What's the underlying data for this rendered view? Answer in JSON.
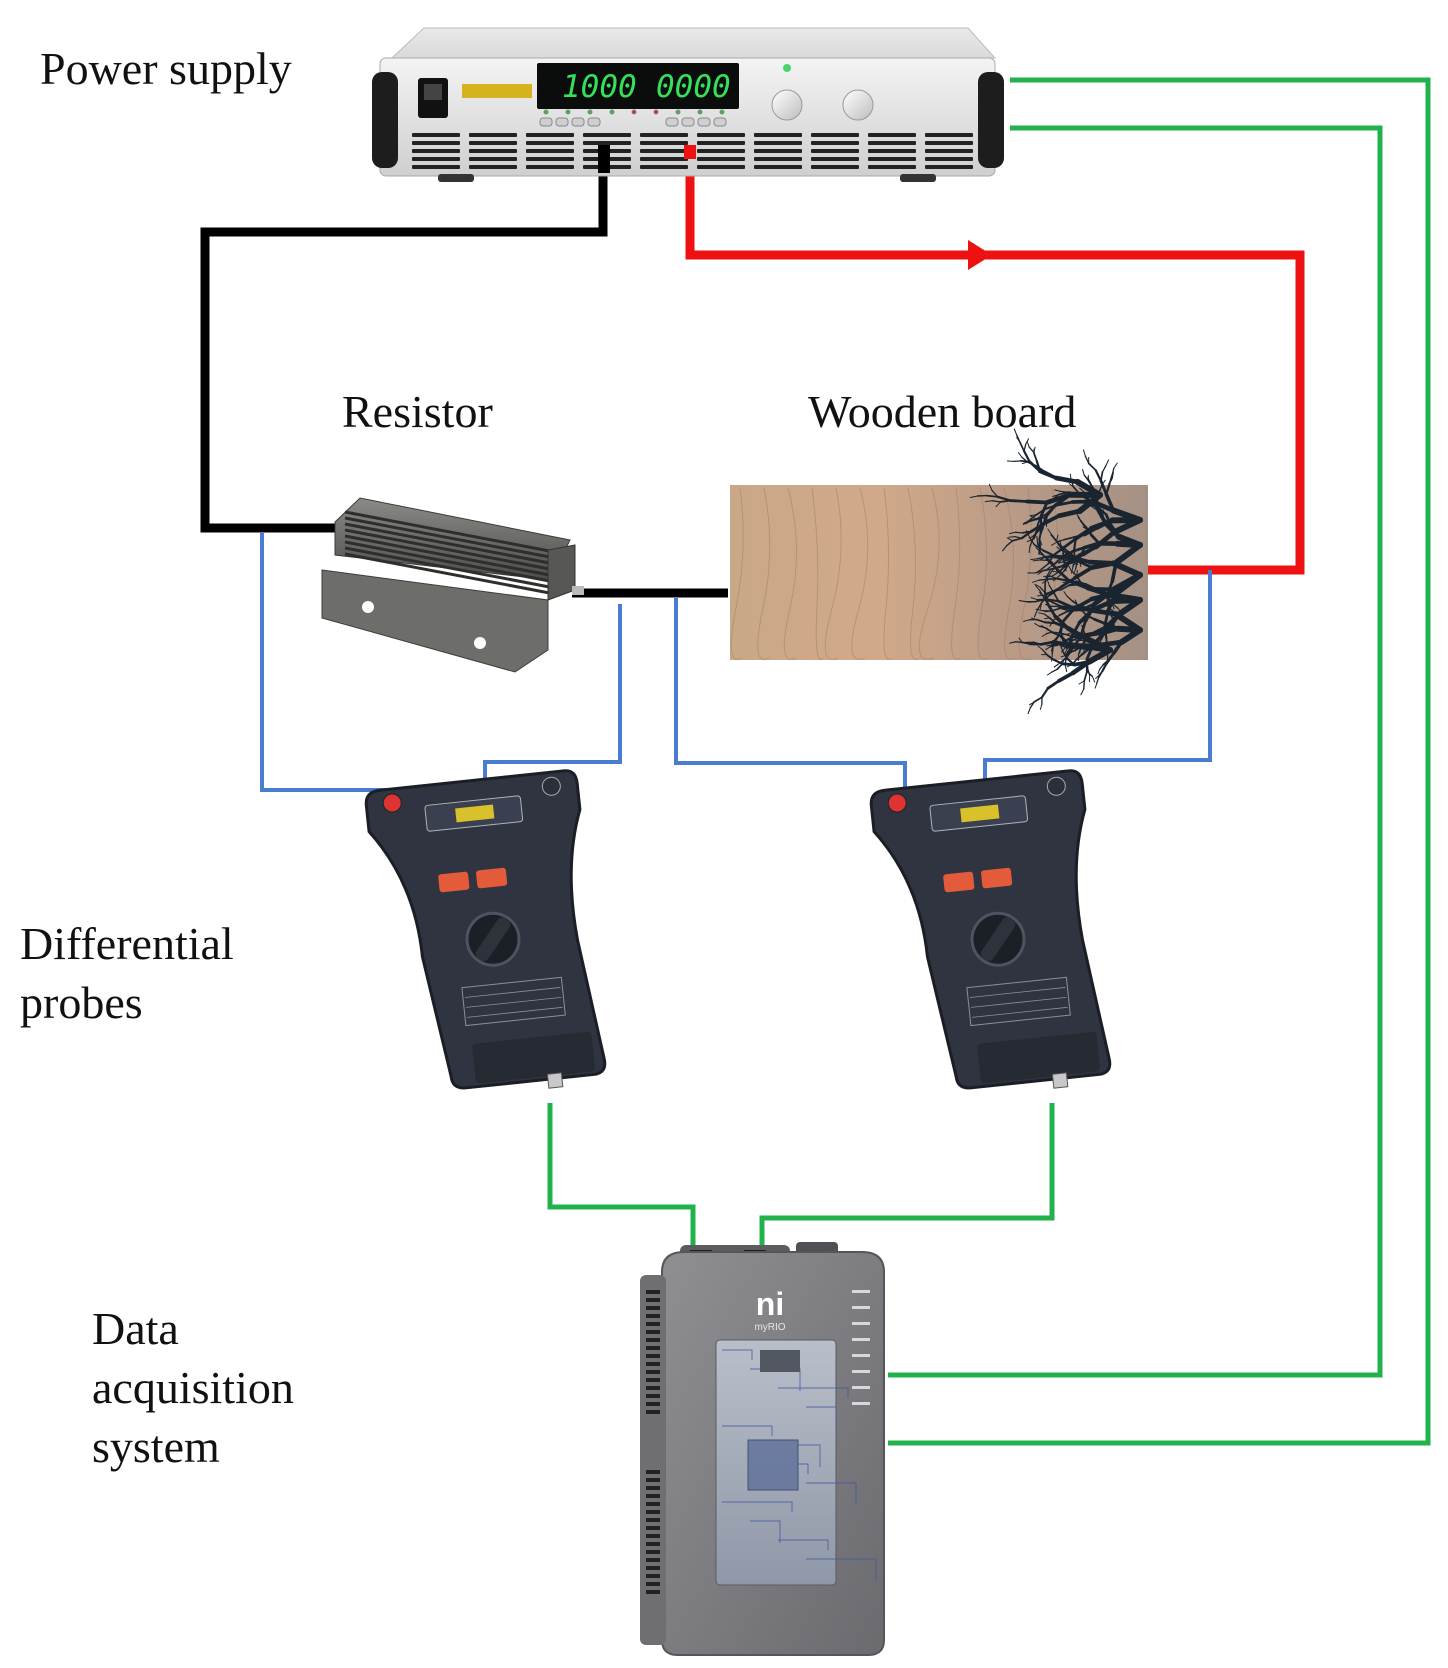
{
  "labels": {
    "power_supply": "Power supply",
    "resistor": "Resistor",
    "wooden_board": "Wooden board",
    "differential_probes": [
      "Differential",
      "probes"
    ],
    "data_acquisition": [
      "Data",
      "acquisition",
      "system"
    ]
  },
  "power_supply": {
    "display_voltage": "1000",
    "display_current": "0000"
  },
  "daq": {
    "logo": "ni",
    "model": "myRIO"
  },
  "colors": {
    "black_wire": "#000000",
    "red_wire": "#ee1111",
    "green_wire": "#22b24c",
    "blue_wire": "#4a7cd0",
    "display_digits": "#35e05a"
  }
}
